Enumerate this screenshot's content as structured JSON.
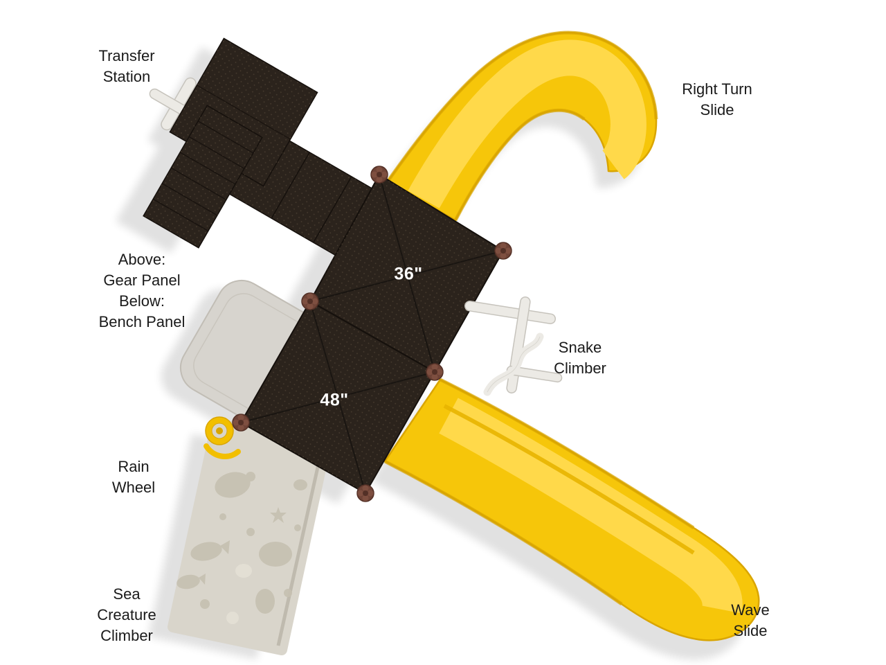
{
  "callouts": {
    "transfer_station": "Transfer\nStation",
    "right_turn_slide": "Right Turn\nSlide",
    "gear_bench_panel": "Above:\nGear Panel\nBelow:\nBench Panel",
    "snake_climber": "Snake\nClimber",
    "rain_wheel": "Rain\nWheel",
    "sea_creature_climber": "Sea\nCreature\nClimber",
    "wave_slide": "Wave\nSlide"
  },
  "deck_labels": {
    "deck_36": "36\"",
    "deck_48": "48\""
  },
  "colors": {
    "background": "#FFFFFF",
    "slide_yellow": "#F6C60A",
    "slide_yellow_light": "#FFD94A",
    "slide_yellow_dark": "#D9A500",
    "deck_brown": "#2B231C",
    "post_brown": "#6E4336",
    "climber_tan": "#D9D5CB",
    "metal_white": "#ECEAE5",
    "callout_text": "#1A1A1A",
    "deck_label_text": "#FFFFFF"
  }
}
